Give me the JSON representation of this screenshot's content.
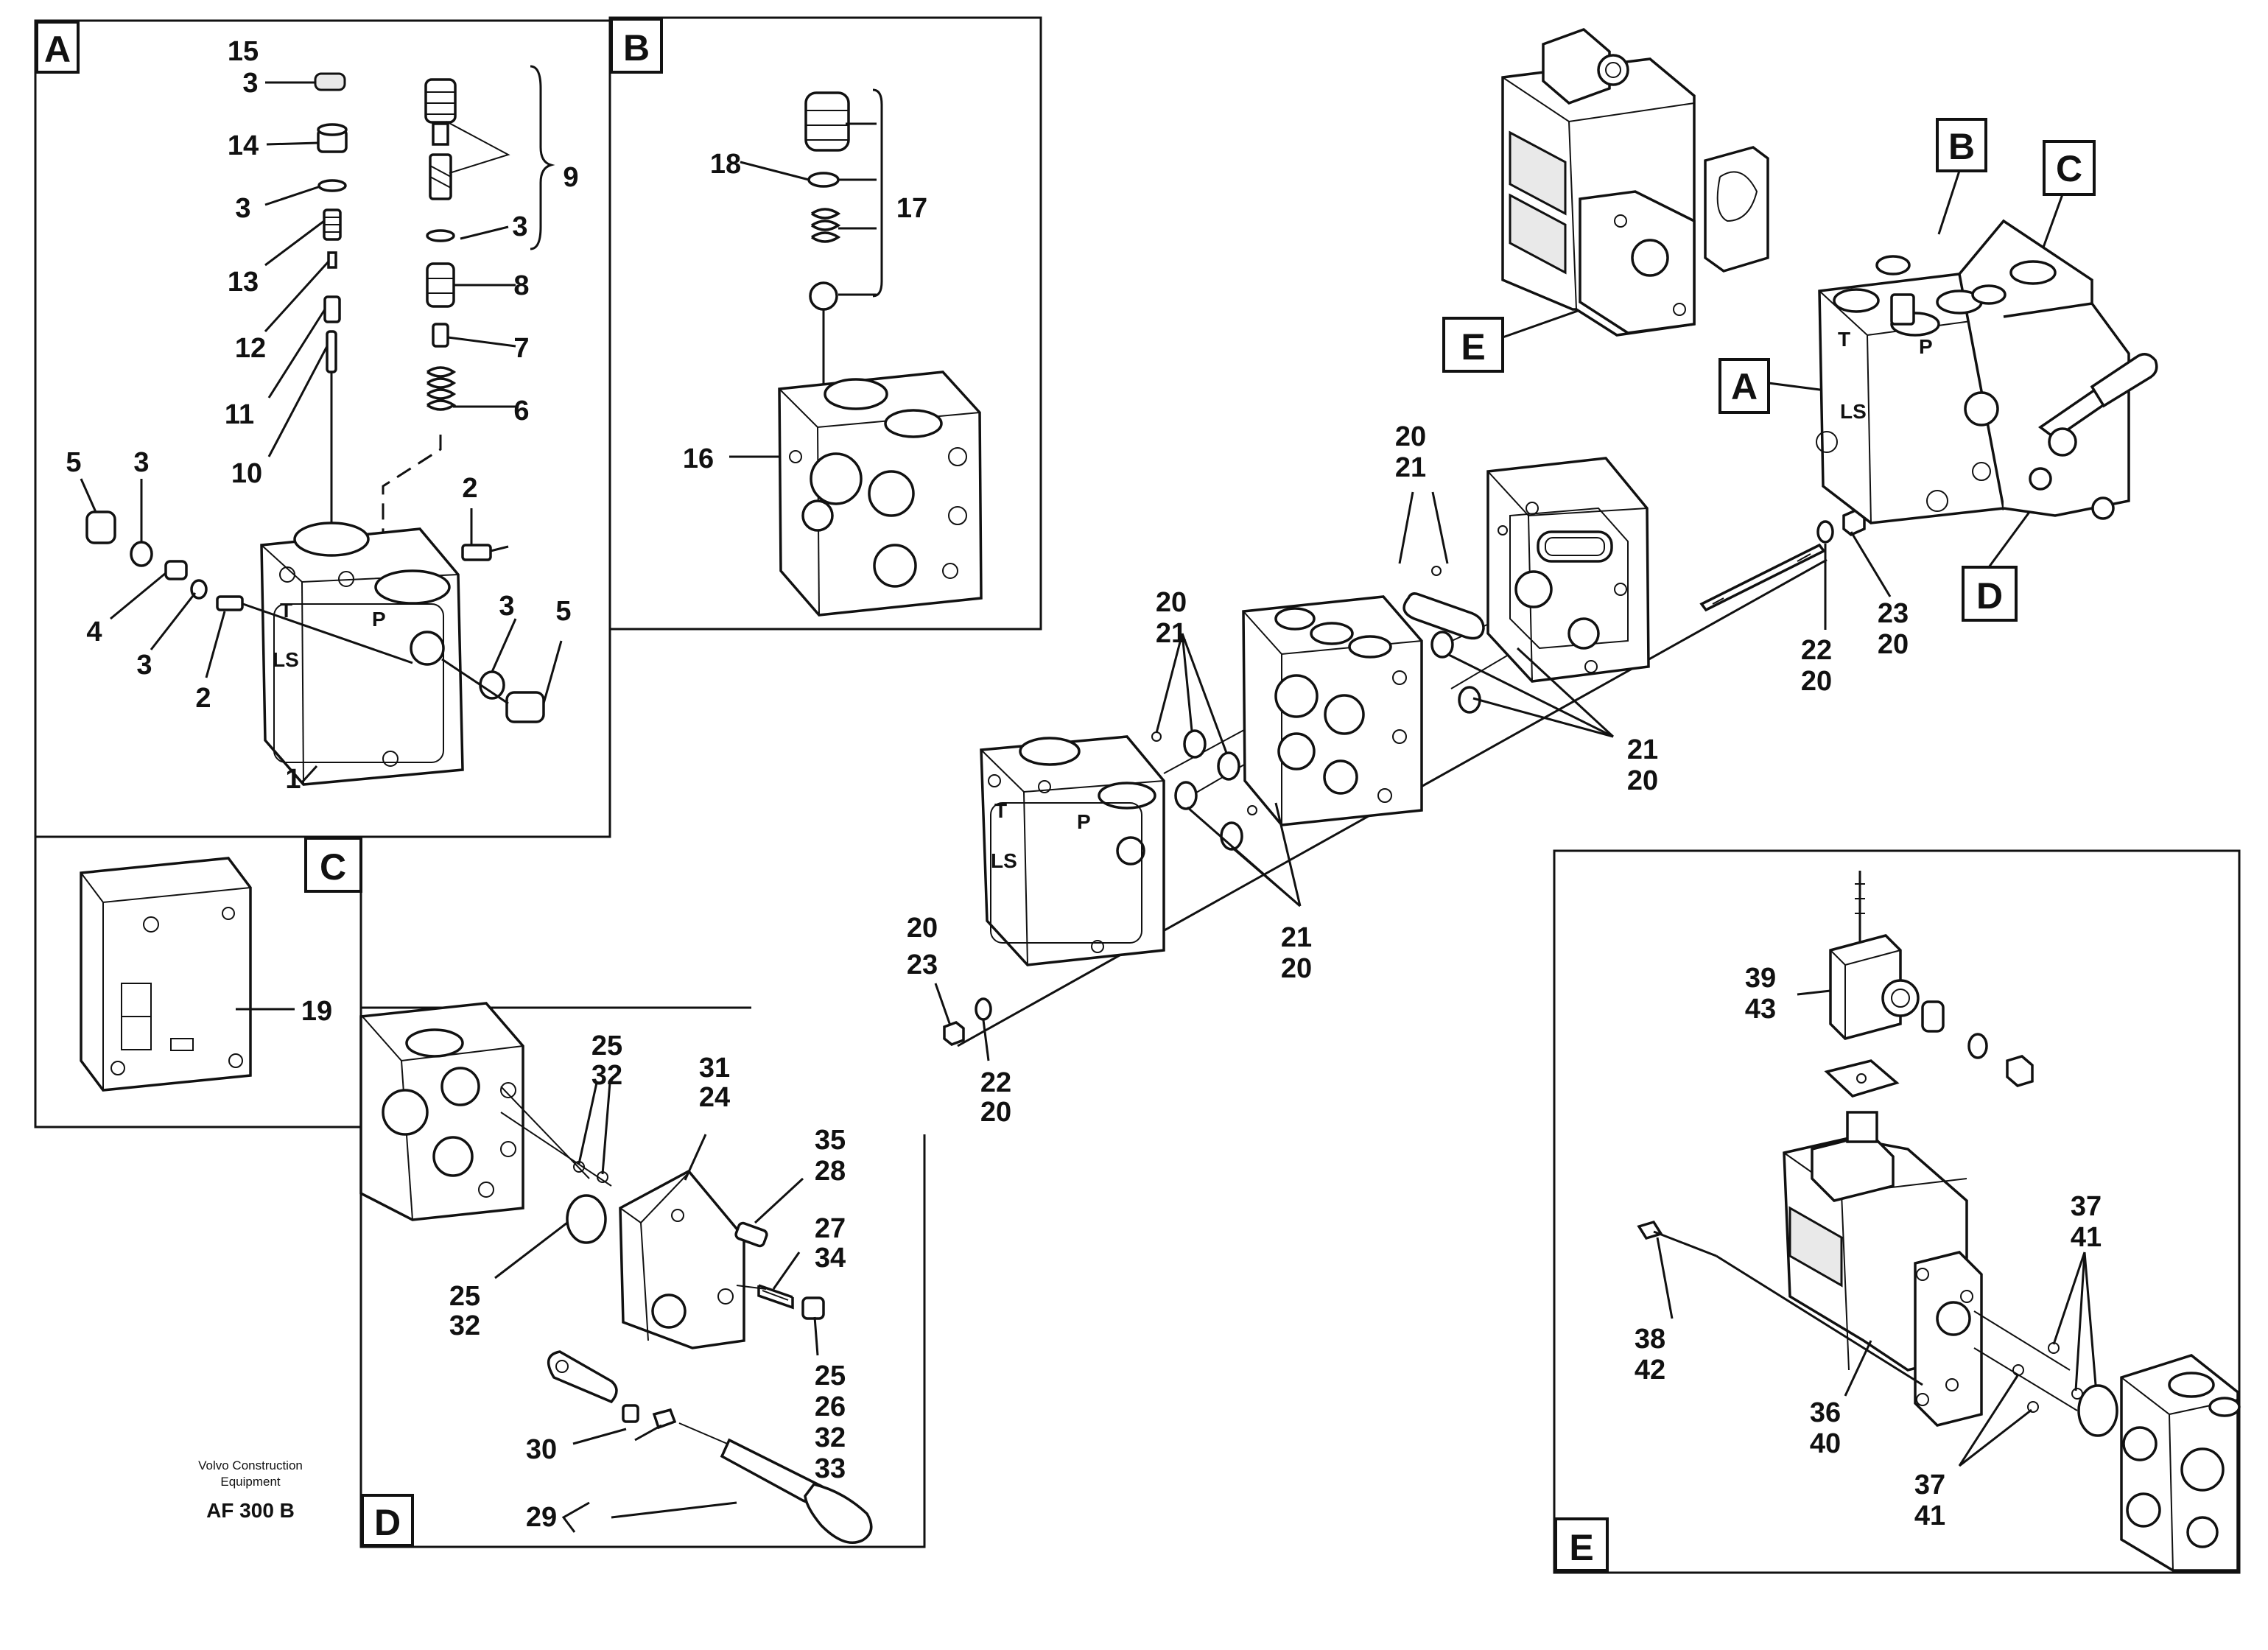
{
  "sections": {
    "A": "A",
    "B": "B",
    "C": "C",
    "D": "D",
    "E": "E"
  },
  "callouts": {
    "a1": "15",
    "a2": "3",
    "a3": "14",
    "a4": "3",
    "a5": "13",
    "a6": "12",
    "a7": "11",
    "a8": "10",
    "a9": "9",
    "a10": "3",
    "a11": "8",
    "a12": "7",
    "a13": "6",
    "a14": "5",
    "a15": "3",
    "a16": "4",
    "a17": "3",
    "a18": "2",
    "a19": "2",
    "a20": "1",
    "a21": "3",
    "a22": "5",
    "b1": "18",
    "b2": "17",
    "b3": "16",
    "c1": "19",
    "m1": "20",
    "m2": "21",
    "m3": "20",
    "m4": "21",
    "m5": "21",
    "m6": "20",
    "m7": "21",
    "m8": "20",
    "m9": "20",
    "m10": "23",
    "m11": "22",
    "m12": "20",
    "m13": "22",
    "m14": "20",
    "m15": "23",
    "m16": "20",
    "d1": "25",
    "d2": "32",
    "d3": "31",
    "d4": "24",
    "d5": "35",
    "d6": "28",
    "d7": "27",
    "d8": "34",
    "d9": "25",
    "d10": "32",
    "d11": "25",
    "d12": "26",
    "d13": "32",
    "d14": "33",
    "d15": "30",
    "d16": "29",
    "e1": "39",
    "e2": "43",
    "e3": "37",
    "e4": "41",
    "e5": "38",
    "e6": "42",
    "e7": "36",
    "e8": "40",
    "e9": "37",
    "e10": "41"
  },
  "footer": {
    "line1": "Volvo Construction",
    "line2": "Equipment",
    "code": "AF 300 B"
  },
  "block_marks": {
    "t": "T",
    "p": "P",
    "ls": "LS"
  }
}
